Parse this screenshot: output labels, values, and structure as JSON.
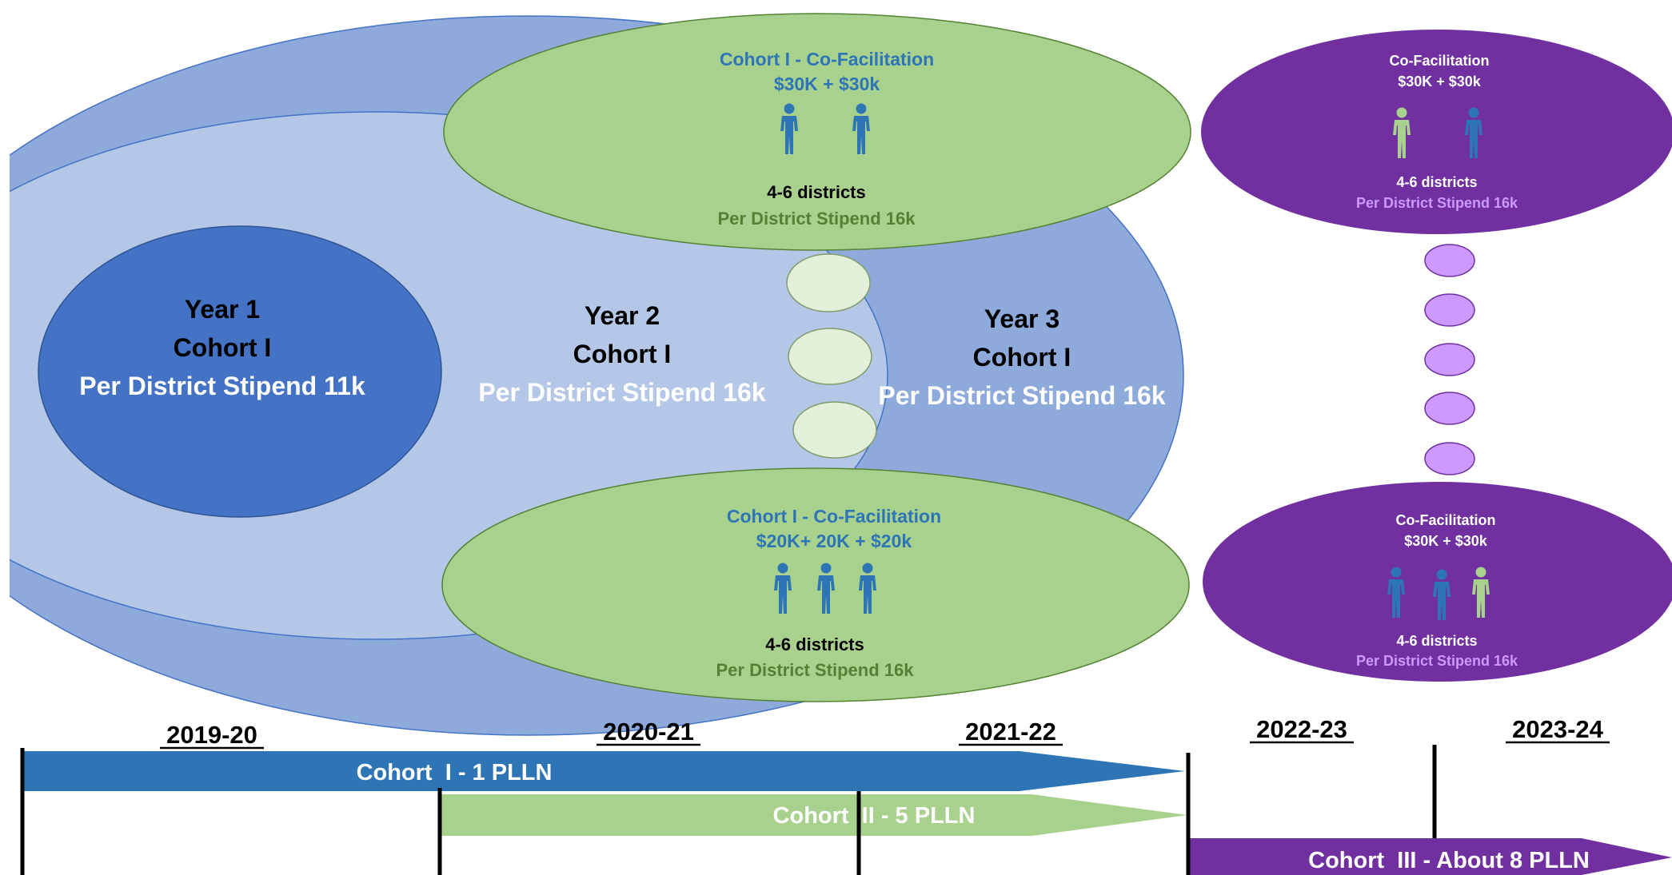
{
  "colors": {
    "outer_ring": "#8EAADB",
    "middle_ring": "#B4C7E7",
    "inner_ellipse": "#4472C4",
    "green": "#A9D18E",
    "green_dark_text": "#548235",
    "small_circle": "#E2EFD9",
    "purple": "#7030A0",
    "purple_light": "#CC99FF",
    "blue_text": "#2E75B6",
    "arrow_blue": "#2E75B6",
    "arrow_purple": "#7030A0"
  },
  "icons": {
    "person": "person-icon"
  },
  "rings": {
    "year1": {
      "line1": "Year 1",
      "line2": "Cohort I",
      "line3": "Per District Stipend 11k"
    },
    "year2": {
      "line1": "Year 2",
      "line2": "Cohort I",
      "line3": "Per District Stipend 16k"
    },
    "year3": {
      "line1": "Year 3",
      "line2": "Cohort I",
      "line3": "Per District Stipend 16k"
    }
  },
  "green_top": {
    "title": "Cohort I - Co-Facilitation",
    "amount": "$30K + $30k",
    "people": [
      "blue",
      "blue"
    ],
    "districts": "4-6 districts",
    "stipend": "Per District Stipend 16k"
  },
  "green_bottom": {
    "title": "Cohort I - Co-Facilitation",
    "amount": "$20K+ 20K + $20k",
    "people": [
      "blue",
      "blue",
      "blue"
    ],
    "districts": "4-6 districts",
    "stipend": "Per District Stipend 16k"
  },
  "purple_top": {
    "title": "Co-Facilitation",
    "amount": "$30K + $30k",
    "people": [
      "green",
      "blue"
    ],
    "districts": "4-6 districts",
    "stipend": "Per District Stipend 16k"
  },
  "purple_bottom": {
    "title": "Co-Facilitation",
    "amount": "$30K + $30k",
    "people": [
      "blue",
      "blue",
      "green"
    ],
    "districts": "4-6 districts",
    "stipend": "Per District Stipend 16k"
  },
  "timeline": {
    "years": [
      "2019-20",
      "2020-21",
      "2021-22",
      "2022-23",
      "2023-24"
    ],
    "arrows": [
      {
        "label": "Cohort  I - 1 PLLN"
      },
      {
        "label": "Cohort  II - 5 PLLN"
      },
      {
        "label": "Cohort  III - About 8 PLLN"
      }
    ]
  }
}
